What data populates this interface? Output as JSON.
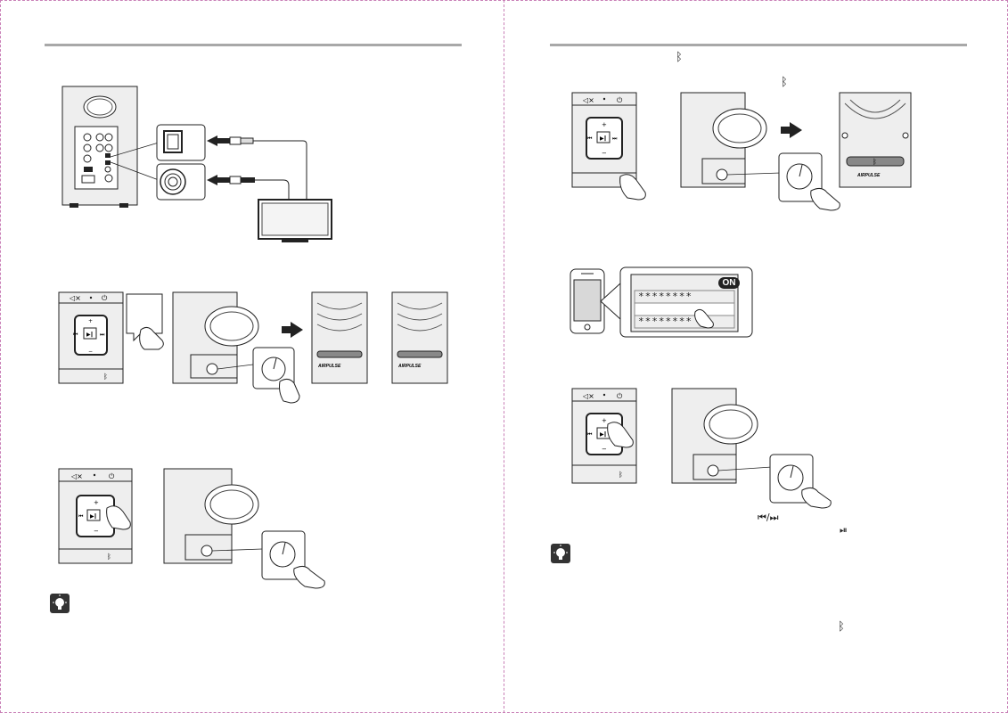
{
  "icons": {
    "bluetooth": "bluetooth-icon",
    "tip": "lightbulb-tip-icon",
    "hand": "pointing-hand-icon",
    "arrow": "arrow-right-icon"
  },
  "glyphs": {
    "bluetooth": "ᛒ",
    "skip": "⏮/⏭",
    "play_pause": "⏯"
  },
  "brand_logo": "AIRPULSE",
  "phone_screen": {
    "toggle": "ON",
    "device_row_1": "********",
    "device_row_2": "********"
  },
  "colors": {
    "rule": "#a8a8a8",
    "panel_fill": "#eeeeee",
    "tip_icon": "#333333",
    "page_border": "#c97fb7"
  }
}
